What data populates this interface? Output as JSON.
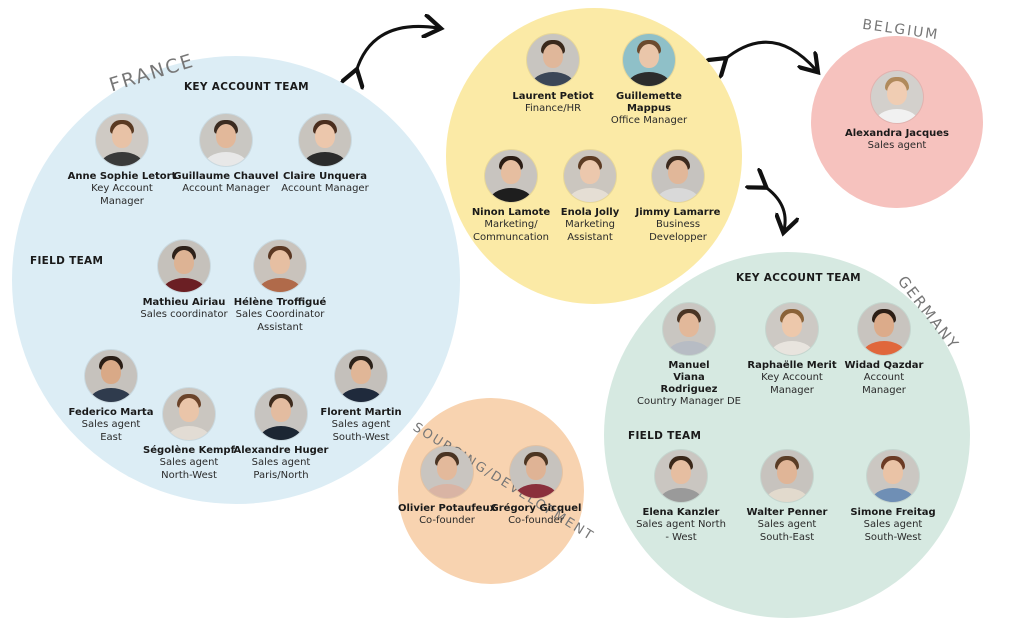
{
  "regions": {
    "france": "FRANCE",
    "belgium": "BELGIUM",
    "germany": "GERMANY",
    "sourcing": "SOURCING/DEVELOPMENT"
  },
  "france": {
    "key_account_heading": "KEY ACCOUNT TEAM",
    "field_heading": "FIELD TEAM",
    "people": [
      {
        "name": "Anne Sophie Letort",
        "role": "Key Account Manager"
      },
      {
        "name": "Guillaume Chauvel",
        "role": "Account Manager"
      },
      {
        "name": "Claire Unquera",
        "role": "Account Manager"
      },
      {
        "name": "Mathieu Airiau",
        "role": "Sales coordinator"
      },
      {
        "name": "Hélène Troffigué",
        "role": "Sales Coordinator Assistant"
      },
      {
        "name": "Federico Marta",
        "role": "Sales agent East"
      },
      {
        "name": "Florent Martin",
        "role": "Sales agent South-West"
      },
      {
        "name": "Ségolène Kempf",
        "role": "Sales agent North-West"
      },
      {
        "name": "Alexandre Huger",
        "role": "Sales agent Paris/North"
      }
    ]
  },
  "central": {
    "people": [
      {
        "name": "Laurent Petiot",
        "role": "Finance/HR"
      },
      {
        "name": "Guillemette Mappus",
        "role": "Office Manager"
      },
      {
        "name": "Ninon Lamote",
        "role": "Marketing/ Communcation"
      },
      {
        "name": "Enola Jolly",
        "role": "Marketing Assistant"
      },
      {
        "name": "Jimmy Lamarre",
        "role": "Business Developper"
      }
    ]
  },
  "belgium": {
    "people": [
      {
        "name": "Alexandra Jacques",
        "role": "Sales agent"
      }
    ]
  },
  "sourcing": {
    "people": [
      {
        "name": "Olivier Potaufeux",
        "role": "Co-founder"
      },
      {
        "name": "Grégory Gicquel",
        "role": "Co-founder"
      }
    ]
  },
  "germany": {
    "key_account_heading": "KEY ACCOUNT TEAM",
    "field_heading": "FIELD TEAM",
    "people": [
      {
        "name": "Manuel Viana Rodriguez",
        "role": "Country Manager DE"
      },
      {
        "name": "Raphaëlle Merit",
        "role": "Key Account Manager"
      },
      {
        "name": "Widad Qazdar",
        "role": "Account Manager"
      },
      {
        "name": "Elena Kanzler",
        "role": "Sales agent North - West"
      },
      {
        "name": "Walter Penner",
        "role": "Sales agent South-East"
      },
      {
        "name": "Simone Freitag",
        "role": "Sales agent South-West"
      }
    ]
  },
  "colors": {
    "france": "#dcedf5",
    "central": "#fbeaa6",
    "belgium": "#f6c2be",
    "germany": "#d6e9e1",
    "sourcing": "#f8d3b0",
    "label": "#777777",
    "arrow": "#111111"
  },
  "icons": [
    "person-photo",
    "curved-double-arrow"
  ]
}
